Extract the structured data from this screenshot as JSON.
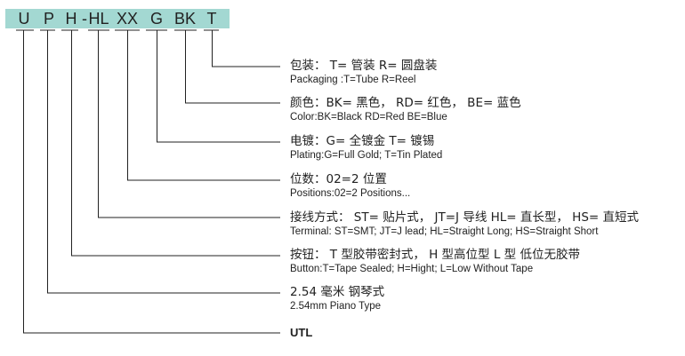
{
  "code_parts": [
    "U",
    "P",
    "H",
    "-",
    "HL",
    "XX",
    "G",
    "BK",
    "T"
  ],
  "rows": [
    {
      "zh": "包装： T= 管装 R= 圆盘装",
      "en": "Packaging :T=Tube   R=Reel"
    },
    {
      "zh": "颜色：BK= 黑色， RD= 红色， BE= 蓝色",
      "en": "Color:BK=Black   RD=Red   BE=Blue"
    },
    {
      "zh": "电镀：G= 全镀金 T= 镀锡",
      "en": "Plating:G=Full Gold; T=Tin Plated"
    },
    {
      "zh": "位数：02=2 位置",
      "en": "Positions:02=2 Positions..."
    },
    {
      "zh": "接线方式： ST= 贴片式， JT=J 导线 HL= 直长型， HS= 直短式",
      "en": "Terminal: ST=SMT;  JT=J lead;  HL=Straight Long;   HS=Straight Short"
    },
    {
      "zh": "按钮： T 型胶带密封式， H 型高位型  L 型 低位无胶带",
      "en": "Button:T=Tape Sealed;  H=Hight;  L=Low Without Tape"
    },
    {
      "zh": "2.54 毫米 钢琴式",
      "en": "2.54mm Piano Type"
    },
    {
      "zh": "UTL",
      "en": ""
    }
  ],
  "colors": {
    "bar": "#a3d8d2",
    "line": "#222222"
  }
}
